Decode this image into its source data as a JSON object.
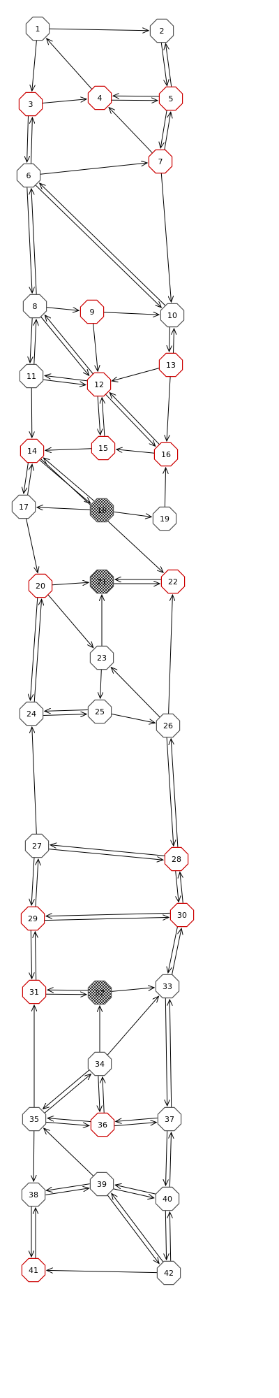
{
  "colors": {
    "background": "#ffffff",
    "edge": "#000000",
    "normal_border": "#555555",
    "highlight_border": "#cc0000",
    "fill": "#ffffff",
    "hatch": "#000000"
  },
  "nodes": [
    {
      "id": "1",
      "label": "1",
      "style": "normal"
    },
    {
      "id": "2",
      "label": "2",
      "style": "normal"
    },
    {
      "id": "3",
      "label": "3",
      "style": "red"
    },
    {
      "id": "4",
      "label": "4",
      "style": "red"
    },
    {
      "id": "5",
      "label": "5",
      "style": "red"
    },
    {
      "id": "6",
      "label": "6",
      "style": "normal"
    },
    {
      "id": "7",
      "label": "7",
      "style": "red"
    },
    {
      "id": "8",
      "label": "8",
      "style": "normal"
    },
    {
      "id": "9",
      "label": "9",
      "style": "red"
    },
    {
      "id": "10",
      "label": "10",
      "style": "normal"
    },
    {
      "id": "11",
      "label": "11",
      "style": "normal"
    },
    {
      "id": "12",
      "label": "12",
      "style": "red"
    },
    {
      "id": "13",
      "label": "13",
      "style": "red"
    },
    {
      "id": "14",
      "label": "14",
      "style": "red"
    },
    {
      "id": "15",
      "label": "15",
      "style": "red"
    },
    {
      "id": "16",
      "label": "16",
      "style": "red"
    },
    {
      "id": "17",
      "label": "17",
      "style": "normal"
    },
    {
      "id": "18",
      "label": "18",
      "style": "hatched"
    },
    {
      "id": "19",
      "label": "19",
      "style": "normal"
    },
    {
      "id": "20",
      "label": "20",
      "style": "red"
    },
    {
      "id": "21",
      "label": "21",
      "style": "hatched"
    },
    {
      "id": "22",
      "label": "22",
      "style": "red"
    },
    {
      "id": "23",
      "label": "23",
      "style": "normal"
    },
    {
      "id": "24",
      "label": "24",
      "style": "normal"
    },
    {
      "id": "25",
      "label": "25",
      "style": "normal"
    },
    {
      "id": "26",
      "label": "26",
      "style": "normal"
    },
    {
      "id": "27",
      "label": "27",
      "style": "normal"
    },
    {
      "id": "28",
      "label": "28",
      "style": "red"
    },
    {
      "id": "29",
      "label": "29",
      "style": "red"
    },
    {
      "id": "30",
      "label": "30",
      "style": "red"
    },
    {
      "id": "31",
      "label": "31",
      "style": "red"
    },
    {
      "id": "32",
      "label": "32",
      "style": "hatched"
    },
    {
      "id": "33",
      "label": "33",
      "style": "normal"
    },
    {
      "id": "34",
      "label": "34",
      "style": "normal"
    },
    {
      "id": "35",
      "label": "35",
      "style": "normal"
    },
    {
      "id": "36",
      "label": "36",
      "style": "red"
    },
    {
      "id": "37",
      "label": "37",
      "style": "normal"
    },
    {
      "id": "38",
      "label": "38",
      "style": "normal"
    },
    {
      "id": "39",
      "label": "39",
      "style": "normal"
    },
    {
      "id": "40",
      "label": "40",
      "style": "normal"
    },
    {
      "id": "41",
      "label": "41",
      "style": "red"
    },
    {
      "id": "42",
      "label": "42",
      "style": "normal"
    }
  ],
  "edges": [
    {
      "from": "1",
      "to": "2"
    },
    {
      "from": "1",
      "to": "3"
    },
    {
      "from": "2",
      "to": "5"
    },
    {
      "from": "5",
      "to": "2"
    },
    {
      "from": "3",
      "to": "4"
    },
    {
      "from": "4",
      "to": "1"
    },
    {
      "from": "4",
      "to": "5"
    },
    {
      "from": "5",
      "to": "4"
    },
    {
      "from": "3",
      "to": "6"
    },
    {
      "from": "6",
      "to": "3"
    },
    {
      "from": "5",
      "to": "7"
    },
    {
      "from": "7",
      "to": "5"
    },
    {
      "from": "7",
      "to": "4"
    },
    {
      "from": "6",
      "to": "7"
    },
    {
      "from": "6",
      "to": "10"
    },
    {
      "from": "10",
      "to": "6"
    },
    {
      "from": "7",
      "to": "10"
    },
    {
      "from": "6",
      "to": "8"
    },
    {
      "from": "8",
      "to": "6"
    },
    {
      "from": "8",
      "to": "9"
    },
    {
      "from": "9",
      "to": "10"
    },
    {
      "from": "8",
      "to": "11"
    },
    {
      "from": "11",
      "to": "8"
    },
    {
      "from": "8",
      "to": "12"
    },
    {
      "from": "12",
      "to": "8"
    },
    {
      "from": "9",
      "to": "12"
    },
    {
      "from": "10",
      "to": "13"
    },
    {
      "from": "13",
      "to": "10"
    },
    {
      "from": "13",
      "to": "12"
    },
    {
      "from": "13",
      "to": "16"
    },
    {
      "from": "11",
      "to": "12"
    },
    {
      "from": "12",
      "to": "11"
    },
    {
      "from": "11",
      "to": "14"
    },
    {
      "from": "12",
      "to": "15"
    },
    {
      "from": "15",
      "to": "12"
    },
    {
      "from": "12",
      "to": "16"
    },
    {
      "from": "16",
      "to": "12"
    },
    {
      "from": "15",
      "to": "14"
    },
    {
      "from": "16",
      "to": "15"
    },
    {
      "from": "14",
      "to": "17"
    },
    {
      "from": "17",
      "to": "14"
    },
    {
      "from": "14",
      "to": "18"
    },
    {
      "from": "18",
      "to": "14"
    },
    {
      "from": "18",
      "to": "17"
    },
    {
      "from": "18",
      "to": "19"
    },
    {
      "from": "14",
      "to": "22"
    },
    {
      "from": "19",
      "to": "16"
    },
    {
      "from": "17",
      "to": "20"
    },
    {
      "from": "20",
      "to": "21"
    },
    {
      "from": "21",
      "to": "22"
    },
    {
      "from": "22",
      "to": "21"
    },
    {
      "from": "20",
      "to": "23"
    },
    {
      "from": "23",
      "to": "21"
    },
    {
      "from": "20",
      "to": "24"
    },
    {
      "from": "24",
      "to": "20"
    },
    {
      "from": "23",
      "to": "25"
    },
    {
      "from": "24",
      "to": "25"
    },
    {
      "from": "25",
      "to": "24"
    },
    {
      "from": "25",
      "to": "26"
    },
    {
      "from": "26",
      "to": "23"
    },
    {
      "from": "26",
      "to": "22"
    },
    {
      "from": "27",
      "to": "24"
    },
    {
      "from": "26",
      "to": "28"
    },
    {
      "from": "28",
      "to": "26"
    },
    {
      "from": "27",
      "to": "28"
    },
    {
      "from": "28",
      "to": "27"
    },
    {
      "from": "27",
      "to": "29"
    },
    {
      "from": "29",
      "to": "27"
    },
    {
      "from": "28",
      "to": "30"
    },
    {
      "from": "30",
      "to": "28"
    },
    {
      "from": "29",
      "to": "30"
    },
    {
      "from": "30",
      "to": "29"
    },
    {
      "from": "29",
      "to": "31"
    },
    {
      "from": "31",
      "to": "29"
    },
    {
      "from": "30",
      "to": "33"
    },
    {
      "from": "33",
      "to": "30"
    },
    {
      "from": "31",
      "to": "32"
    },
    {
      "from": "32",
      "to": "31"
    },
    {
      "from": "32",
      "to": "33"
    },
    {
      "from": "34",
      "to": "32"
    },
    {
      "from": "34",
      "to": "33"
    },
    {
      "from": "34",
      "to": "35"
    },
    {
      "from": "35",
      "to": "34"
    },
    {
      "from": "34",
      "to": "36"
    },
    {
      "from": "36",
      "to": "34"
    },
    {
      "from": "33",
      "to": "37"
    },
    {
      "from": "37",
      "to": "33"
    },
    {
      "from": "35",
      "to": "31"
    },
    {
      "from": "35",
      "to": "36"
    },
    {
      "from": "36",
      "to": "35"
    },
    {
      "from": "36",
      "to": "37"
    },
    {
      "from": "37",
      "to": "36"
    },
    {
      "from": "35",
      "to": "38"
    },
    {
      "from": "39",
      "to": "35"
    },
    {
      "from": "37",
      "to": "40"
    },
    {
      "from": "40",
      "to": "37"
    },
    {
      "from": "38",
      "to": "39"
    },
    {
      "from": "39",
      "to": "38"
    },
    {
      "from": "39",
      "to": "40"
    },
    {
      "from": "40",
      "to": "39"
    },
    {
      "from": "39",
      "to": "42"
    },
    {
      "from": "42",
      "to": "39"
    },
    {
      "from": "38",
      "to": "41"
    },
    {
      "from": "41",
      "to": "38"
    },
    {
      "from": "42",
      "to": "41"
    },
    {
      "from": "42",
      "to": "40"
    },
    {
      "from": "40",
      "to": "42"
    }
  ]
}
